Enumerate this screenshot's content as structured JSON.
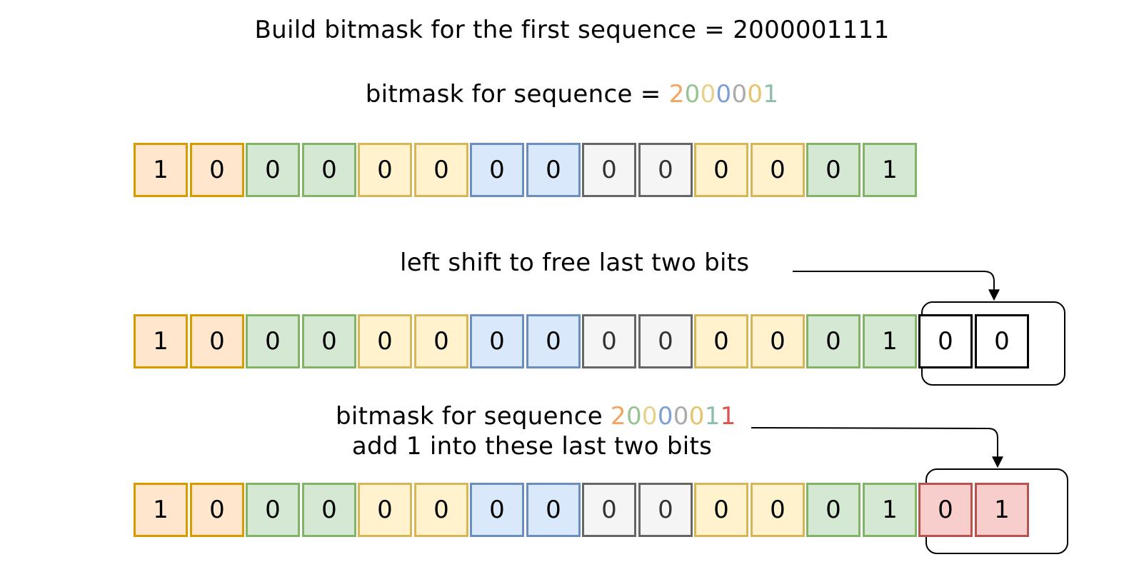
{
  "title": "Build bitmask for the first sequence = 2000001111",
  "label1": {
    "prefix": "bitmask for sequence = ",
    "digits": [
      "2",
      "0",
      "0",
      "0",
      "0",
      "0",
      "1"
    ]
  },
  "label2": "left shift to free last two bits",
  "label3": {
    "prefix": "bitmask for sequence ",
    "digits": [
      "2",
      "0",
      "0",
      "0",
      "0",
      "0",
      "1",
      "1"
    ],
    "line2": "add 1 into these last two bits"
  },
  "digit_colors": [
    "#f4a460",
    "#97c291",
    "#e8d08a",
    "#7b9fd6",
    "#aaaaaa",
    "#e6c46c",
    "#8dbfa8",
    "#d9534f"
  ],
  "rows": [
    {
      "bits": [
        "1",
        "0",
        "0",
        "0",
        "0",
        "0",
        "0",
        "0",
        "0",
        "0",
        "0",
        "0",
        "0",
        "1"
      ],
      "styles": [
        "orange",
        "orange",
        "green",
        "green",
        "yellow",
        "yellow",
        "blue",
        "blue",
        "grey",
        "grey",
        "yellow",
        "yellow",
        "green",
        "green"
      ]
    },
    {
      "bits": [
        "1",
        "0",
        "0",
        "0",
        "0",
        "0",
        "0",
        "0",
        "0",
        "0",
        "0",
        "0",
        "0",
        "1",
        "0",
        "0"
      ],
      "styles": [
        "orange",
        "orange",
        "green",
        "green",
        "yellow",
        "yellow",
        "blue",
        "blue",
        "grey",
        "grey",
        "yellow",
        "yellow",
        "green",
        "green",
        "white",
        "white"
      ]
    },
    {
      "bits": [
        "1",
        "0",
        "0",
        "0",
        "0",
        "0",
        "0",
        "0",
        "0",
        "0",
        "0",
        "0",
        "0",
        "1",
        "0",
        "1"
      ],
      "styles": [
        "orange",
        "orange",
        "green",
        "green",
        "yellow",
        "yellow",
        "blue",
        "blue",
        "grey",
        "grey",
        "yellow",
        "yellow",
        "green",
        "green",
        "red",
        "red"
      ]
    }
  ]
}
